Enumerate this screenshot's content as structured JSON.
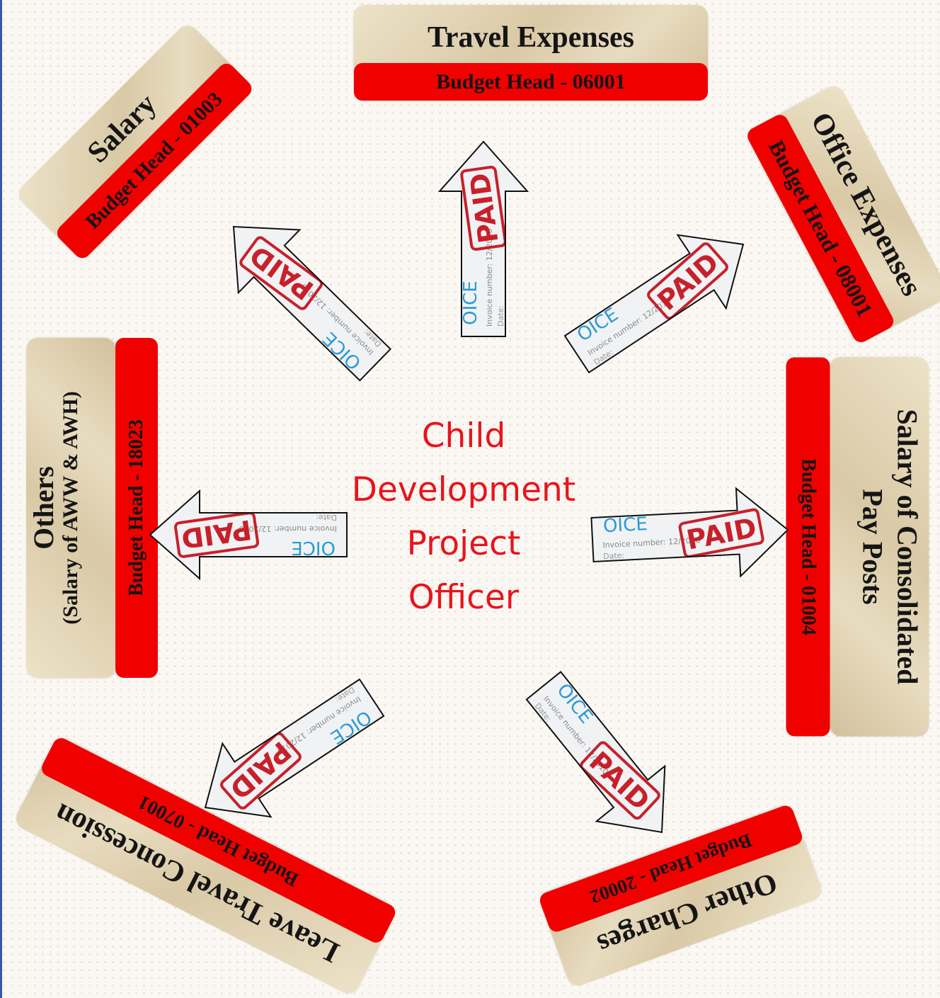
{
  "center": {
    "lines": [
      "Child",
      "Development",
      "Project",
      "Officer"
    ],
    "color": "#e8141c"
  },
  "accent_color": "#f10000",
  "arrow_graphic": {
    "stamp": "PAID",
    "banner": "OICE",
    "detail": "Invoice number: 12/2010",
    "date": "Date:"
  },
  "cards": {
    "travel": {
      "title": "Travel Expenses",
      "budget": "Budget Head - 06001"
    },
    "salary": {
      "title": "Salary",
      "budget": "Budget Head - 01003"
    },
    "office": {
      "title": "Office Expenses",
      "budget": "Budget Head - 08001"
    },
    "others": {
      "title": "Others",
      "subtitle": "(Salary of AWW & AWH)",
      "budget": "Budget Head - 18023"
    },
    "consolidated": {
      "title_line1": "Salary of Consolidated",
      "title_line2": "Pay Posts",
      "budget": "Budget Head - 01004"
    },
    "ltc": {
      "title": "Leave Travel Concession",
      "budget": "Budget Head - 07001"
    },
    "other_charges": {
      "title": "Other Charges",
      "budget": "Budget Head - 20002"
    }
  }
}
